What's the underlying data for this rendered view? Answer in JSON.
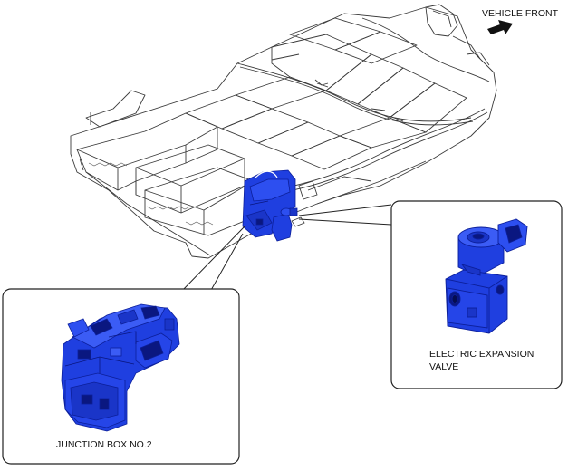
{
  "labels": {
    "vehicle_front": "VEHICLE FRONT",
    "expansion_valve": [
      "ELECTRIC EXPANSION",
      "VALVE"
    ],
    "junction_box": "JUNCTION BOX NO.2"
  },
  "colors": {
    "component_blue": "#1f3fe0",
    "component_dark": "#0c1f9a",
    "line": "#3a3a3a",
    "callout_border": "#222222"
  },
  "icons": {
    "direction_arrow": "arrow-icon"
  }
}
